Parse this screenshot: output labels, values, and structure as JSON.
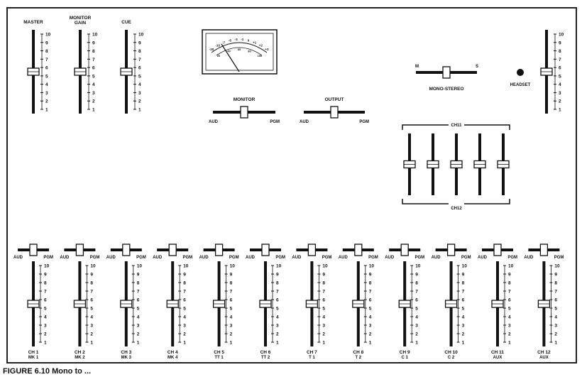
{
  "caption": "FIGURE 6.10    Mono to ...",
  "scale": [
    "10",
    "9",
    "8",
    "7",
    "6",
    "5",
    "4",
    "3",
    "2",
    "1"
  ],
  "top_faders": [
    {
      "label_lines": [
        "MASTER"
      ],
      "level": 0.5
    },
    {
      "label_lines": [
        "MONITOR",
        "GAIN"
      ],
      "level": 0.5
    },
    {
      "label_lines": [
        "CUE"
      ],
      "level": 0.5
    }
  ],
  "right_fader": {
    "level": 0.5
  },
  "vu_meter": {
    "scale_labels": [
      "-20",
      "-10",
      "-7",
      "-5",
      "-3",
      "-1",
      "0",
      "+1",
      "+2",
      "+3"
    ],
    "lower_scale": [
      "20",
      "40",
      "60",
      "80",
      "100"
    ]
  },
  "monitor_switch": {
    "title": "MONITOR",
    "left": "AUD",
    "right": "PGM",
    "position": 0.5
  },
  "output_switch": {
    "title": "OUTPUT",
    "left": "AUD",
    "right": "PGM",
    "position": 0.5
  },
  "mono_stereo": {
    "title": "MONO-STEREO",
    "left": "M",
    "right": "S",
    "position": 0.5
  },
  "headset": {
    "label": "HEADSET"
  },
  "sub_bank": {
    "top_label": "CH11",
    "bottom_label": "CH12",
    "fader_count": 5,
    "level": 0.5
  },
  "switch_labels": {
    "left": "AUD",
    "right": "PGM"
  },
  "channels": [
    {
      "name": "CH 1",
      "source": "MK 1",
      "level": 0.5,
      "switch": 0.5
    },
    {
      "name": "CH 2",
      "source": "MK 2",
      "level": 0.5,
      "switch": 0.5
    },
    {
      "name": "CH 3",
      "source": "MK 3",
      "level": 0.5,
      "switch": 0.5
    },
    {
      "name": "CH 4",
      "source": "MK 4",
      "level": 0.5,
      "switch": 0.5
    },
    {
      "name": "CH 5",
      "source": "TT 1",
      "level": 0.5,
      "switch": 0.5
    },
    {
      "name": "CH 6",
      "source": "TT 2",
      "level": 0.5,
      "switch": 0.5
    },
    {
      "name": "CH 7",
      "source": "T 1",
      "level": 0.5,
      "switch": 0.5
    },
    {
      "name": "CH 8",
      "source": "T 2",
      "level": 0.5,
      "switch": 0.5
    },
    {
      "name": "CH 9",
      "source": "C 1",
      "level": 0.5,
      "switch": 0.5
    },
    {
      "name": "CH 10",
      "source": "C 2",
      "level": 0.5,
      "switch": 0.5
    },
    {
      "name": "CH 11",
      "source": "AUX",
      "level": 0.5,
      "switch": 0.5
    },
    {
      "name": "CH 12",
      "source": "AUX",
      "level": 0.5,
      "switch": 0.5
    }
  ]
}
